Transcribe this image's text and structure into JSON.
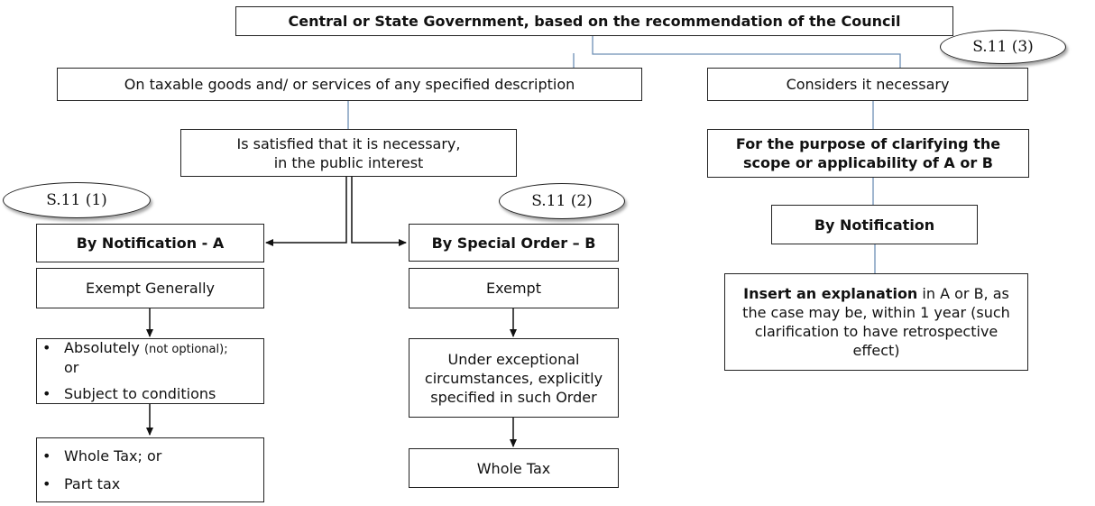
{
  "top_box": "Central or State Government, based on the recommendation of the Council",
  "left_branch": {
    "condition": "On taxable goods and/ or services of any specified description",
    "satisfied_line1": "Is satisfied that it is necessary,",
    "satisfied_line2": "in the public interest"
  },
  "section_a": {
    "section_label": "S.11  (1)",
    "title": "By Notification - A",
    "action": "Exempt Generally",
    "mode_items": [
      {
        "main": "Absolutely",
        "note": "(not optional);",
        "cont": "or"
      },
      {
        "main": "Subject to conditions"
      }
    ],
    "extent_items": [
      "Whole Tax; or",
      "Part tax"
    ]
  },
  "section_b": {
    "section_label": "S.11  (2)",
    "title": "By Special Order – B",
    "action": "Exempt",
    "circumstances": "Under exceptional circumstances, explicitly specified in such Order",
    "extent": "Whole Tax"
  },
  "section_c": {
    "section_label": "S.11  (3)",
    "condition": "Considers it necessary",
    "purpose": "For the purpose of clarifying the scope or applicability of A or B",
    "method": "By Notification",
    "explanation_bold": "Insert an explanation",
    "explanation_rest": " in A or B, as the case may be, within 1 year (such clarification to have retrospective effect)"
  }
}
